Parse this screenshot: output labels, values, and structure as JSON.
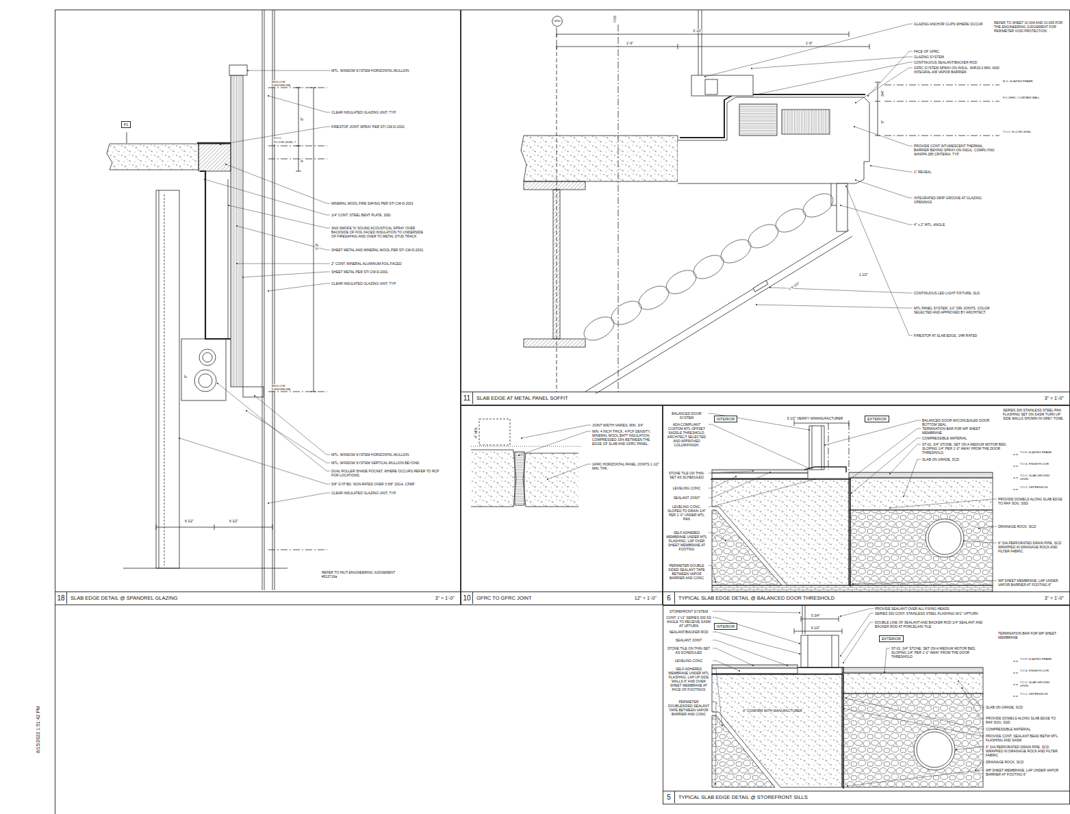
{
  "diagram": {
    "nodes": [
      {
        "text": [
          "18",
          "SLAB EDGE DETAIL @ SPANDREL GLAZING",
          "3\" = 1'-0\""
        ]
      },
      {
        "text": [
          "11",
          "SLAB EDGE AT METAL PANEL SOFFIT",
          "3\" = 1'-0\""
        ]
      },
      {
        "text": [
          "10",
          "GFRC TO GFRC JOINT",
          "12\" = 1'-0\""
        ]
      },
      {
        "text": [
          "6",
          "TYPICAL SLAB EDGE DETAIL @ BALANCED DOOR THRESHOLD",
          "3\" = 1'-0\""
        ]
      },
      {
        "text": [
          "5",
          "TYPICAL SLAB EDGE DETAIL @ STOREFRONT SILLS"
        ]
      },
      {
        "text": [
          "P1"
        ],
        "in": 0
      },
      {
        "text": [
          "GRID"
        ],
        "in": 1
      },
      {
        "text": [
          "INTERIOR"
        ],
        "in": 3
      },
      {
        "text": [
          "EXTERIOR"
        ],
        "in": 3
      },
      {
        "text": [
          "INTERIOR"
        ],
        "in": 4
      },
      {
        "text": [
          "EXTERIOR"
        ],
        "in": 4
      }
    ],
    "labels": [
      "MTL. WINDOW SYSTEM HORIZONTAL MULLION",
      "MULLION CENTERLINE",
      "CLEAR INSULATED GLAZING UNIT, TYP.",
      "FIRESTOP JOINT SPRAY PER STI CW-D-2001",
      "F.O.C.",
      "FLOOR LEVEL 7",
      "8\"",
      "4\"",
      "MINERAL WOOL FIRE SAFING PER STI CW-D-2001",
      "1/4\" CONT. STEEL BENT PLATE, SSD",
      "SNS SMOKE 'N' SOUND ACOUSTICAL SPRAY OVER BACKSIDE OF FOIL FACED INSULATION TO UNDERSIDE OF FIRESAFING AND OVER TO METAL STUD TRACK",
      "SHEET METAL AND MINERAL WOOL PER STI CW-D-2001",
      "2\" CONT. MINERAL ALUMINUM FOIL FACED",
      "SHEET METAL PER STI CW-D-2001",
      "CLEAR INSULATED GLAZING UNIT, TYP.",
      "3'-8\"",
      "8\"",
      "MULLION CENTERLINE",
      "MTL. WINDOW SYSTEM HORIZONTAL MULLION",
      "MTL. WINDOW SYSTEM VERTICAL MULLION BEYOND",
      "DUAL ROLLER SHADE POCKET, WHERE OCCURS REFER TO RCP FOR LOCATIONS.",
      "5/8\" GYP BD. NON-RATED OVER 3 5/8\" 20GA. CFMF",
      "CLEAR INSULATED GLAZING UNIT, TYP.",
      "6 1/2\"",
      "6 1/2\"",
      "REFER TO HILTI ENGINEERING JUDGEMENT #513716a",
      "FOS",
      "3'-10\"",
      "1'-6\"",
      "1'-6\"",
      "GLAZING ANCHOR CLIPS WHERE OCCUR",
      "REFER TO SHEET GI-004 AND GI-005 FOR THE ENGINEERING JUDGEMENT FOR PERIMETER VOID PROTECTION",
      "FACE OF GFRC",
      "GLAZING SYSTEM",
      "CONTINUOUS SEALANT/BACKER ROD",
      "GFRC SYSTEM SPRAY-ON INSUL. W/R15.3 MIN. AND INTEGRAL AIR VAPOR BARRIER.",
      "B.O. GLAZING FRAME",
      "F.O.GFRC / CURTAIN WALL",
      "3/4\"",
      "8\"",
      "T.O.C. FLOOR LEVEL",
      "PROVIDE CONT INTUMESCENT THERMAL BARRIER BEHIND SPRAY-ON INSUL. COMPLYING W/NFPA 285 CRITERIA, TYP.",
      "1\" REVEAL",
      "INTEGRATED DRIP GROOVE AT GLAZING OPENINGS",
      "4\" x 2\" MTL. ANGLE",
      "1'-0 1/2\"",
      "1 1/2\"",
      "CONTINUOUS LED LIGHT FIXTURE, SLD",
      "MTL PANEL SYSTEM, 1/2\" DRI-JOINTS. COLOR SELECTED AND APPROVED BY ARCHITECT.",
      "FIRESTOP AT SLAB EDGE, 1HR RATED",
      "4\" MIN.",
      "JOINT WIDTH VARIES, MIN. 3/4\"",
      "MIN. 4 INCH THICK, 4 PCF DENSITY, MINERAL WOOL BATT INSULATION, COMPRESSED 33% BETWEEN THE EDGE OF SLAB AND GFRC PANEL.",
      "GFRC HORIZONTAL PANEL JOINTS 1 1/2\" MIN. THK.",
      "BALANCED DOOR SYSTEM",
      "ADA COMPLIANT CUSTOM MTL OFFSET SADDLE THRESHOLD, ARCHITECT SELECTED AND APPROVED COLOR/FINISH.",
      "STONE TILE ON THIN-SET AS SCHEDULED",
      "LEVELING CONC",
      "SEALANT JOINT",
      "LEVELING CONC. SLOPED TO DRAIN 1/4\" PER 1'-0\" UNDER MTL PAN",
      "SELF ADHERED MEMBRANE UNDER MTL FLASHING, LAP OVER SHEET MEMBRANE AT FOOTING",
      "PERIMETER DOUBLE SIDED SEALANT TAPE BETWEEN VAPOR BARRIER AND CONC",
      "6 1/2\" VERIFY W/MANUFACTURER",
      "SERIES 300 STAINLESS STEEL PAN FLASHING SET ON SASM TURN UP SIDE WALLS SHOWN IN GREY TONE.",
      "BALANCED DOOR W/CONCEALED DOOR BOTTOM SEAL",
      "TERMINATION BAR FOR WP SHEET MEMBRANE",
      "COMPRESSIBLE MATERIAL",
      "ST-01, 3/4\" STONE, SET ON A MEDIUM MOTOR BED, SLOPING 1/4\" PER 1'-0\" AWAY FROM THE DOOR THRESHOLD",
      "SLAB ON GRADE, SCD",
      "T.O.F. GLAZING FRAME",
      "T.O.S. FINISH FLOOR",
      "T.O.C. SLAB GROUND LEVEL",
      "T.O.C. DEPRESSION",
      "PROVIDE DOWELS ALONG SLAB EDGE TO RAF SOG, SSD",
      "DRAINAGE ROCK, SCD",
      "6\" DIA PERFORATED DRAIN PIPE, SCD WRAPPED IN DRAINAGE ROCK AND FILTER FABRIC",
      "WP SHEET MEMBRANE, LAP UNDER VAPOR BARRIER AT FOOTING 6\"",
      "STOREFRONT SYSTEM",
      "CONT. 1\"x1\" SERIES 300 SS ANGLE TO RECEIVE SASM AT UPTURN",
      "SEALANT/BACKER ROD",
      "SEALANT JOINT",
      "STONE TILE ON THIN-SET AS SCHEDULED",
      "LEVELING CONC",
      "SELF ADHERED MEMBRANE UNDER MTL FLASHING, LAP UP SIDE WALLS 6\" AND OVER SHEET MEMBRANE AT FACE OF FOOTINGS",
      "PERIMETER DOUBLESIDED SEALANT TAPE BETWEEN VAPOR BARRIER AND CONC",
      "3\" CONFIRM WITH MANUFACTURER",
      "5 3/4\"",
      "6 1/2\"",
      "PROVIDE SEALANT OVER ALL FIXING HEADS",
      "SERIES 300 CONT. STAINLESS STEEL FLASHING W/1\" UPTURN",
      "DOUBLE LINE OF SEALANT AND BACKER ROD 1/4\" SEALANT AND BACKER ROD AT PORCELAIN TILE",
      "TERMINATION BAR FOR WP SHEET MEMBRANE",
      "ST-01, 3/4\" STONE, SET ON A MEDIUM MOTOR BED, SLOPING 1/4\" PER 1'-0\" AWAY FROM THE DOOR THRESHOLD",
      "T.O.F. GLAZING FRAME",
      "T.O.S. FINISH FLOOR",
      "T.O.C. SLAB GROUND LEVEL",
      "T.O.C. DEPRESSION",
      "SLAB ON GRADE, SCD",
      "PROVIDE DOWELS ALONG SLAB EDGE TO RAF SOG, SSD",
      "COMPRESSIBLE MATERIAL",
      "PROVIDE CONT. SEALANT BEAD BETW MTL FLASHING AND SASM",
      "6\" DIA PERFORATED DRAIN PIPE, SCD WRAPPED IN DRAINAGE ROCK AND FILTER FABRIC",
      "DRAINAGE ROCK, SCD",
      "WP SHEET MEMBRANE, LAP UNDER VAPOR BARRIER AT FOOTING 6\"",
      "8/15/2022 1:51:42 PM"
    ]
  }
}
